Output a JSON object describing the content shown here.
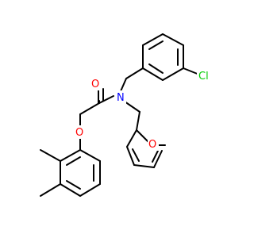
{
  "molecule": {
    "atoms": {
      "N": {
        "symbol": "N",
        "color": "#0000ff"
      },
      "O_carbonyl": {
        "symbol": "O",
        "color": "#ff0000"
      },
      "O_ether": {
        "symbol": "O",
        "color": "#ff0000"
      },
      "O_furan": {
        "symbol": "O",
        "color": "#ff0000"
      },
      "Cl": {
        "symbol": "Cl",
        "color": "#00cc00"
      }
    },
    "bond_color": "#000000"
  }
}
